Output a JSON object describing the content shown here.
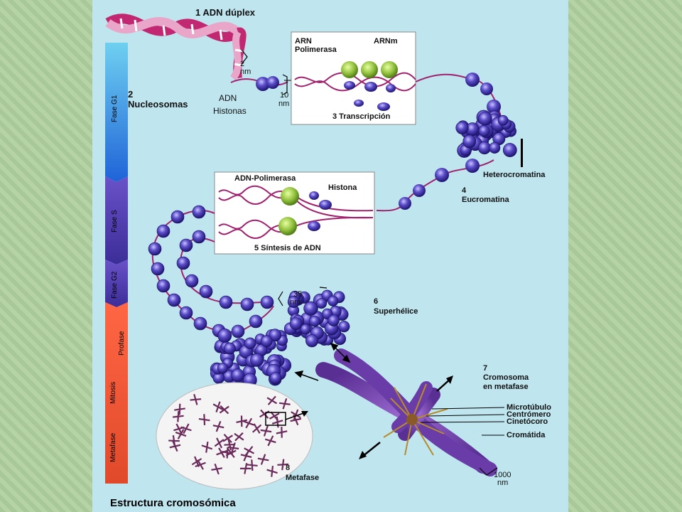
{
  "labels": {
    "adn_duplex": "1  ADN dúplex",
    "two_nm": "2",
    "two_nm_unit": "nm",
    "nucleosomas": "2\nNucleosomas",
    "adn": "ADN",
    "histonas": "Histonas",
    "ten_nm": "10",
    "ten_nm_unit": "nm",
    "arn_polimerasa": "ARN\nPolimerasa",
    "arnm": "ARNm",
    "transcripcion": "3  Transcripción",
    "heterocromatina": "Heterocromatina",
    "eucromatina_num": "4",
    "eucromatina": "Eucromatina",
    "adn_polimerasa": "ADN-Polimerasa",
    "histona": "Histona",
    "sintesis": "5  Síntesis de ADN",
    "superhelice_num": "6",
    "superhelice": "Superhélice",
    "thirtyfive_nm": "35",
    "thirtyfive_nm_unit": "nm",
    "cromosoma_num": "7",
    "cromosoma": "Cromosoma",
    "en_metafase": "en metafase",
    "microtubulo": "Microtúbulo",
    "centromero": "Centrómero",
    "cinetocoro": "Cinetócoro",
    "cromatida": "Cromátida",
    "thousand_nm": "1000",
    "thousand_nm_unit": "nm",
    "metafase_num": "8",
    "metafase": "Metafase"
  },
  "phases": [
    "Fase G1",
    "Fase S",
    "Fase G2",
    "Profase",
    "Mitosis",
    "Metafase"
  ],
  "footer": "Estructura cromosómica",
  "colors": {
    "g1_blue": "#2a7fd8",
    "s_purple": "#4a3fa8",
    "mitosis_orange": "#ee5533",
    "nucleosome": "#4b3fb5",
    "dna": "#a0226e",
    "polymerase": "#8fbf3a",
    "chromosome": "#7a4ab0"
  }
}
